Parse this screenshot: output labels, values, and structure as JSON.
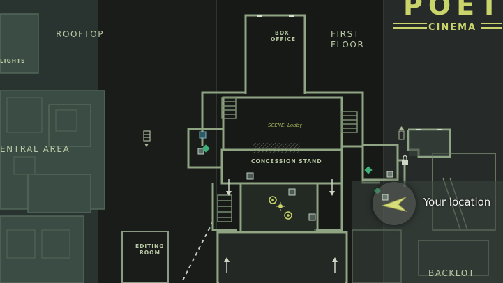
{
  "map": {
    "areas": {
      "rooftop": "ROOFTOP",
      "first_floor_line1": "FIRST",
      "first_floor_line2": "FLOOR",
      "central_area": "ENTRAL AREA",
      "backlot": "BACKLOT",
      "lights": "LIGHTS"
    },
    "rooms": {
      "box_office_line1": "BOX",
      "box_office_line2": "OFFICE",
      "concession_stand": "CONCESSION STAND",
      "editing_room_line1": "EDITING",
      "editing_room_line2": "ROOM"
    },
    "scene_label": "SCENE: Lobby",
    "sign": {
      "title": "POET",
      "subtitle": "CINEMA"
    },
    "player": {
      "label": "Your location"
    }
  },
  "colors": {
    "wall": "#8fa483",
    "accent": "#c9d56b",
    "marker_green": "#3fae78",
    "player_arrow": "#d7dd78"
  },
  "icons": [
    "ladder-icon",
    "save-icon",
    "item-icon",
    "lock-icon",
    "arrow-down-icon",
    "arrow-up-icon",
    "target-icon",
    "sun-icon",
    "player-arrow-icon"
  ]
}
